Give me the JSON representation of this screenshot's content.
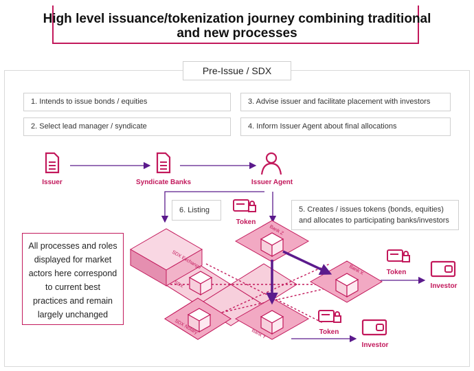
{
  "title": {
    "line1": "High level issuance/tokenization journey combining traditional",
    "line2": "and new processes"
  },
  "section": "Pre-Issue / SDX",
  "steps": [
    "1. Intends to issue bonds / equities",
    "2. Select lead manager / syndicate",
    "3. Advise issuer and facilitate placement with investors",
    "4. Inform Issuer Agent about final allocations"
  ],
  "flow": {
    "issuer": "Issuer",
    "syndicate": "Syndicate Banks",
    "agent": "Issuer Agent"
  },
  "listing": "6. Listing",
  "step5": {
    "line1": "5. Creates / issues tokens (bonds, equities)",
    "line2": "and allocates to participating banks/investors"
  },
  "token_label": "Token",
  "investor_label": "Investor",
  "side_note": [
    "All processes and roles",
    "displayed for market",
    "actors here correspond",
    "to current best",
    "practices and remain",
    "largely unchanged"
  ],
  "platform": {
    "exchange": "SDX Exchange",
    "sdx": "SDX",
    "notary": "SDX Notary",
    "bank_z": "Bank Z",
    "bank_x": "Bank X",
    "bank_y": "Bank Y"
  },
  "colors": {
    "accent": "#c2185b",
    "purple": "#5b1a8c",
    "fill": "#f4c3d4"
  }
}
